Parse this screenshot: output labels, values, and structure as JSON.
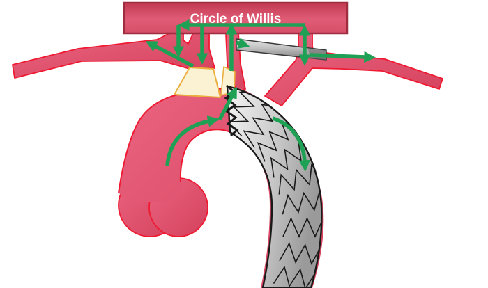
{
  "diagram": {
    "label": "Circle of Willis",
    "palette": {
      "vessel_stroke": "#EF1A31",
      "vessel_fill": "#DF5069",
      "box_border": "#9E2D40",
      "box_fill": "#D1475F",
      "flow_arrow": "#1EA155",
      "graft_fill": "#FBF1D3",
      "graft_border": "#EBAE3E",
      "stent_fill": "#C9C9C9",
      "stent_wire": "#1A1A1A",
      "bypass_tube": "#B9B9B9",
      "tube_stroke": "#3A3A3A",
      "label_text": "#FFFFFF",
      "background": "#FFFFFF"
    },
    "components": [
      "circle-of-willis-box",
      "left-subclavian-artery",
      "left-carotid-arteries",
      "innominate-artery",
      "right-carotid-artery",
      "right-subclavian-artery",
      "aortic-arch",
      "aortic-root",
      "ascending-bypass-grafts",
      "carotid-carotid-bypass-tube",
      "stent-graft",
      "blood-flow-arrows"
    ]
  }
}
